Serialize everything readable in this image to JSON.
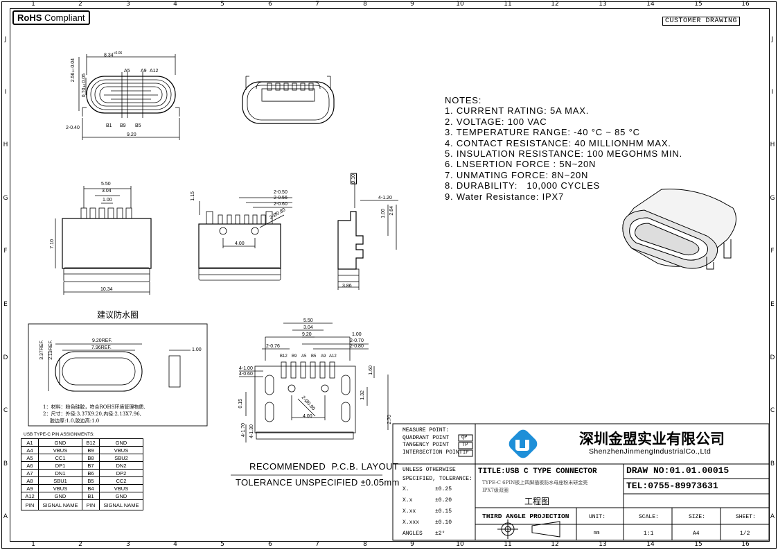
{
  "header": {
    "rohs_bold": "RoHS",
    "rohs_rest": "Compliant",
    "customer_drawing": "CUSTOMER DRAWING"
  },
  "zones": {
    "columns": [
      "1",
      "2",
      "3",
      "4",
      "5",
      "6",
      "7",
      "8",
      "9",
      "10",
      "11",
      "12",
      "13",
      "14",
      "15",
      "16"
    ],
    "rows": [
      "J",
      "I",
      "H",
      "G",
      "F",
      "E",
      "D",
      "C",
      "B",
      "A"
    ]
  },
  "notes": {
    "heading": "NOTES:",
    "items": [
      "1. CURRENT RATING: 5A MAX.",
      "2. VOLTAGE: 100 VAC",
      "3. TEMPERATURE RANGE: -40 °C ~ 85 °C",
      "4. CONTACT RESISTANCE: 40 MILLIONHM MAX.",
      "5. INSULATION RESISTANCE: 100 MEGOHMS MIN.",
      "6. LNSERTION FORCE : 5N~20N",
      "7. UNMATING FORCE: 8N~20N",
      "8. DURABILITY:   10,000 CYCLES",
      "9. Water Resistance: IPX7"
    ]
  },
  "front_view": {
    "top_dim": "8.34",
    "top_tol_plus": "+0.06",
    "top_tol_minus": "-0.05",
    "v_dim1": "2.56±0.04",
    "v_dim2": "0.70±0.05",
    "pins_top": [
      "A5",
      "A9",
      "A12"
    ],
    "pins_bottom": [
      "B1",
      "B9",
      "B5"
    ],
    "left_dim": "2-0.40",
    "bottom_dim": "9.20"
  },
  "top_view": {
    "dims": [
      "5.50",
      "3.04",
      "1.00"
    ],
    "height": "7.10",
    "width": "10.34"
  },
  "bottom_view": {
    "dims": [
      "2-0.50",
      "2-0.56",
      "2-0.60",
      "1.15",
      "2-Ø0.80",
      "4.00"
    ]
  },
  "side_view": {
    "flatness": "0.10",
    "dims": [
      "4-1.20",
      "1.00",
      "2.64",
      "3.86"
    ]
  },
  "seal": {
    "title": "建议防水圈",
    "dim1": "9.20REF.",
    "dim2": "7.96REF.",
    "dim3": "3.37REF.",
    "dim4": "2.13REF.",
    "dim5": "1.00",
    "note1": "1：材料：粉色硅胶，符合ROHS环境管理物质.",
    "note2": "2：尺寸：外径:3.37X9.20,内径:2.13X7.96,",
    "note3": "胶边厚:1.0,胶边高:1.0"
  },
  "pcb": {
    "dims_top": [
      "5.50",
      "3.04",
      "1.00",
      "2-0.70",
      "2-0.80",
      "2-0.76"
    ],
    "pins": [
      "B12",
      "B9",
      "A5",
      "B5",
      "A9",
      "A12"
    ],
    "dims_left": [
      "4-1.00",
      "4-0.60",
      "0.15",
      "4-1.70",
      "4-1.30"
    ],
    "dims_right": [
      "1.60",
      "1.32",
      "2.70"
    ],
    "dims_inner": [
      "2-Ø0.80",
      "4.00"
    ],
    "top_width": "9.20",
    "layout_title": "RECOMMENDED  P.C.B. LAYOUT",
    "tolerance": "TOLERANCE UNSPECIFIED ±0.05mm"
  },
  "pin_table": {
    "caption": "USB TYPE-C PIN ASSIGNMENTS:",
    "rows": [
      [
        "A1",
        "GND",
        "B12",
        "GND"
      ],
      [
        "A4",
        "VBUS",
        "B9",
        "VBUS"
      ],
      [
        "A5",
        "CC1",
        "B8",
        "SBU2"
      ],
      [
        "A6",
        "DP1",
        "B7",
        "DN2"
      ],
      [
        "A7",
        "DN1",
        "B6",
        "DP2"
      ],
      [
        "A8",
        "SBU1",
        "B5",
        "CC2"
      ],
      [
        "A9",
        "VBUS",
        "B4",
        "VBUS"
      ],
      [
        "A12",
        "GND",
        "B1",
        "GND"
      ]
    ],
    "footer": [
      "PIN",
      "SIGNAL NAME",
      "PIN",
      "SIGNAL NAME"
    ]
  },
  "title_block": {
    "measure_points": [
      "MEASURE POINT:",
      "QUADRANT POINT",
      "TANGENCY POINT",
      "INTERSECTION POINT"
    ],
    "point_codes": [
      "QP",
      "TP",
      "IP"
    ],
    "company_cn": "深圳金盟实业有限公司",
    "company_en": "ShenzhenJinmengIndustrialCo.,Ltd",
    "tolerance_header1": "UNLESS OTHERWISE",
    "tolerance_header2": "SPECIFIED, TOLERANCE:",
    "tolerances": [
      [
        "X.",
        "±0.25"
      ],
      [
        "X.x",
        "±0.20"
      ],
      [
        "X.xx",
        "±0.15"
      ],
      [
        "X.xxx",
        "±0.10"
      ],
      [
        "ANGLES",
        "±2°"
      ]
    ],
    "title": "TITLE:USB C TYPE CONNECTOR",
    "desc1": "TYPE-C 6PIN板上四脚插板防水母座粉末研金壳",
    "desc2": "IPX7级双圈",
    "drawing_type": "工程图",
    "draw_no": "DRAW NO:01.01.00015",
    "tel": "TEL:0755-89973631",
    "projection": "THIRD ANGLE PROJECTION",
    "unit_label": "UNIT:",
    "unit_value": "mm",
    "scale_label": "SCALE:",
    "scale_value": "1:1",
    "size_label": "SIZE:",
    "size_value": "A4",
    "sheet_label": "SHEET:",
    "sheet_value": "1/2"
  },
  "colors": {
    "logo_blue": "#1e8fd8"
  }
}
